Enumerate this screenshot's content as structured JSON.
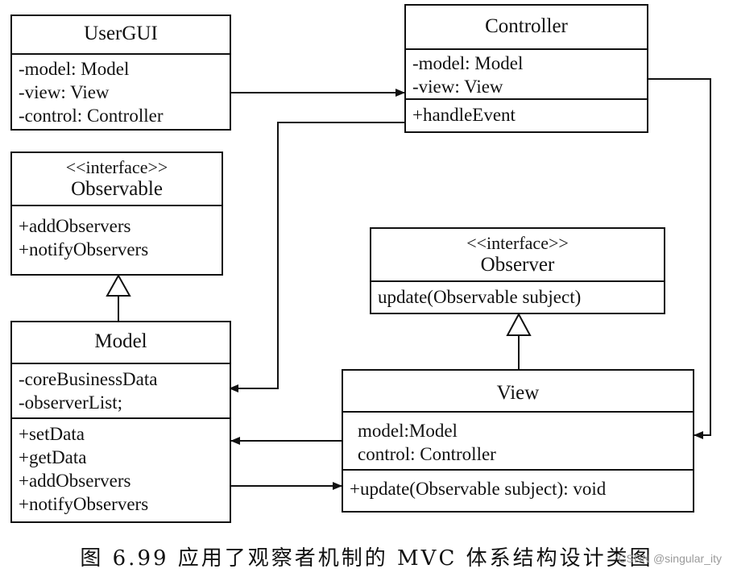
{
  "classes": {
    "usergui": {
      "name": "UserGUI",
      "attributes": [
        "-model: Model",
        "-view: View",
        "-control: Controller"
      ]
    },
    "controller": {
      "name": "Controller",
      "attributes": [
        "-model: Model",
        "-view: View"
      ],
      "methods": [
        "+handleEvent"
      ]
    },
    "observable": {
      "stereotype": "<<interface>>",
      "name": "Observable",
      "methods": [
        "+addObservers",
        "+notifyObservers"
      ]
    },
    "observer": {
      "stereotype": "<<interface>>",
      "name": "Observer",
      "methods": [
        "update(Observable subject)"
      ]
    },
    "model": {
      "name": "Model",
      "attributes": [
        "-coreBusinessData",
        "-observerList;"
      ],
      "methods": [
        "+setData",
        "+getData",
        "+addObservers",
        "+notifyObservers"
      ]
    },
    "view": {
      "name": "View",
      "attributes": [
        "model:Model",
        "control: Controller"
      ],
      "methods": [
        "+update(Observable subject): void"
      ]
    }
  },
  "caption": "图 6.99   应用了观察者机制的 MVC 体系结构设计类图",
  "watermark": "CSDN @singular_ity",
  "colors": {
    "line": "#111111",
    "background": "#ffffff",
    "watermark": "#9a9a9a"
  }
}
